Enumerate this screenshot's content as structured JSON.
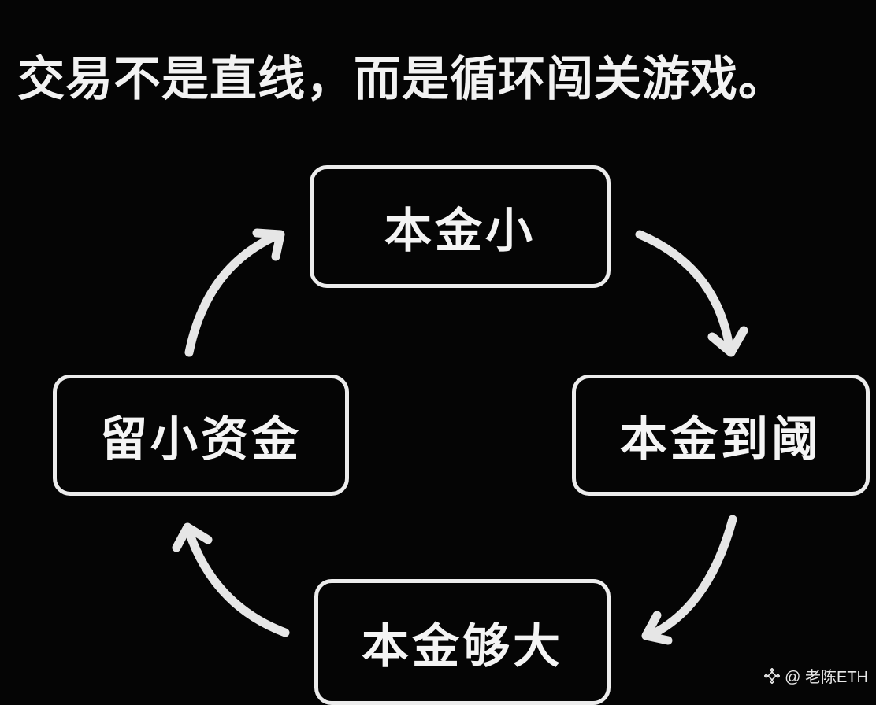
{
  "headline": "交易不是直线，而是循环闯关游戏。",
  "cycle": {
    "nodes": {
      "top": "本金小",
      "right": "本金到阈",
      "bottom": "本金够大",
      "left": "留小资金"
    },
    "flow_direction": "clockwise"
  },
  "watermark": {
    "icon": "binance-diamond-icon",
    "text": "@ 老陈ETH"
  }
}
